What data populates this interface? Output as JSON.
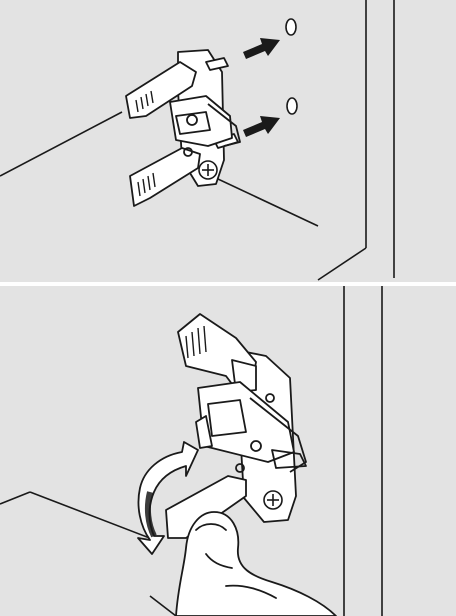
{
  "illustration": {
    "steps": [
      {
        "id": "step-1",
        "action": "press-in-arrows",
        "arrow_count": 2
      },
      {
        "id": "step-2",
        "action": "rotate-lever",
        "arrow_count": 1
      }
    ],
    "colors": {
      "background": "#e3e3e3",
      "part_fill": "#ffffff",
      "line": "#1a1a1a",
      "arrow": "#1a1a1a"
    },
    "icons": [
      "push-arrow-icon",
      "curved-rotate-arrow-icon",
      "screw-icon",
      "hand-icon"
    ]
  }
}
